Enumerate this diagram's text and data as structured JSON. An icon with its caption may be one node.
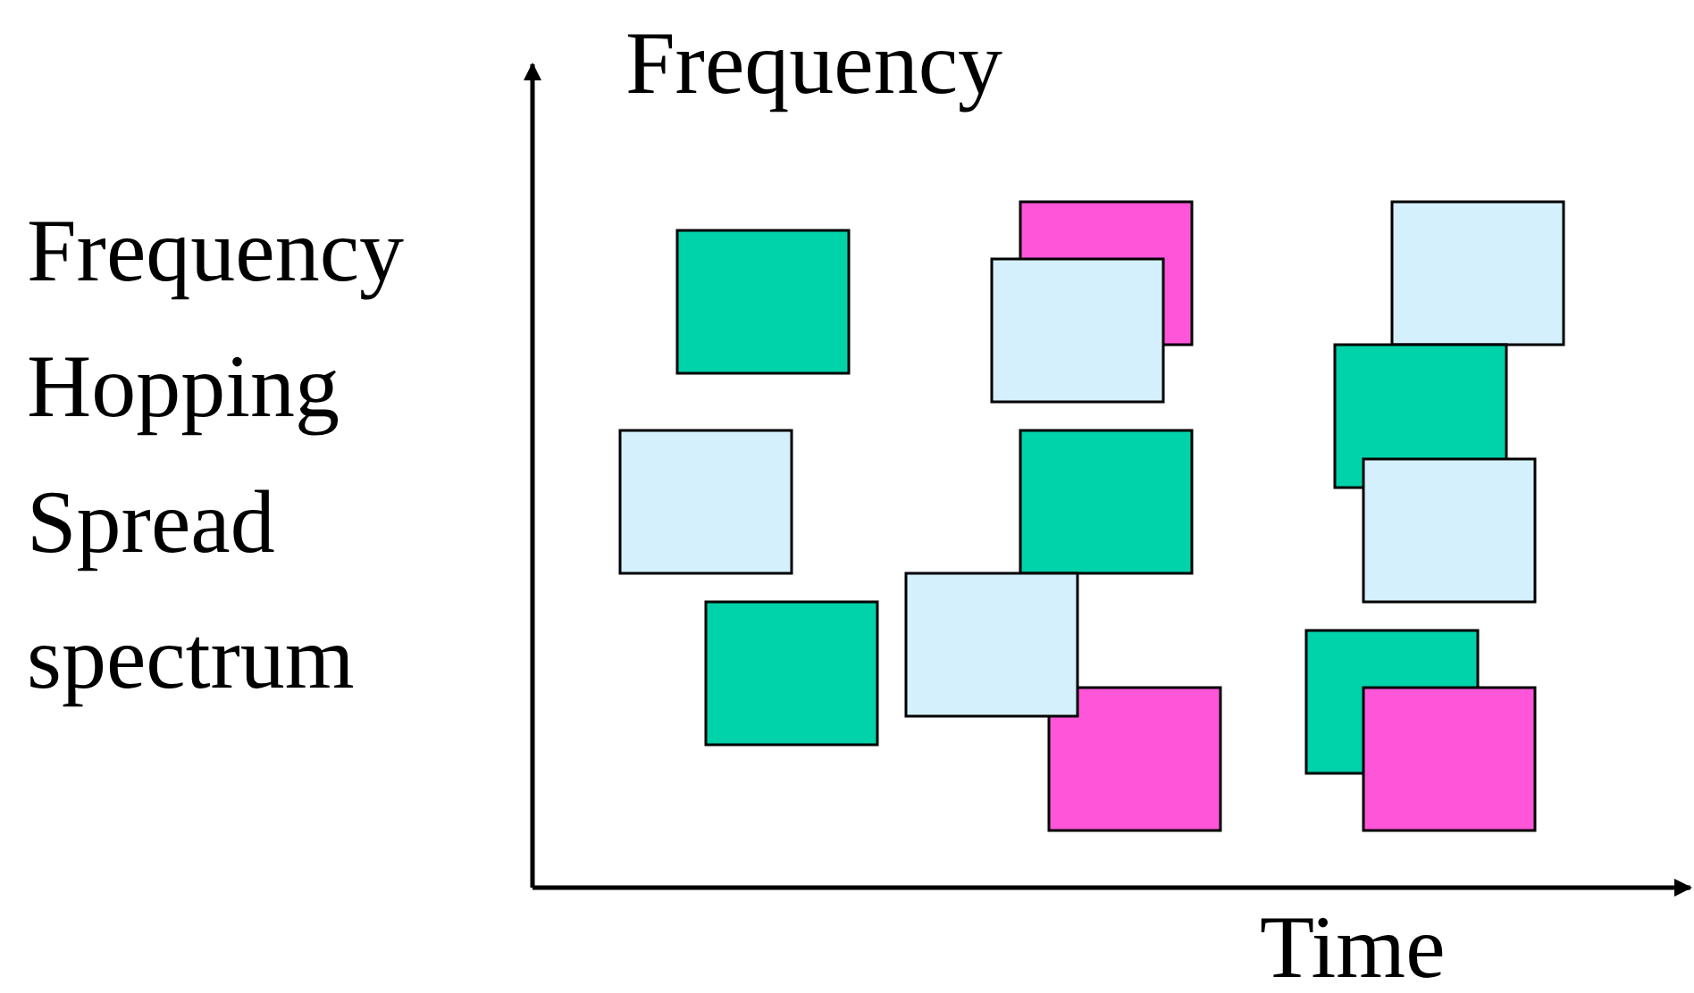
{
  "diagram": {
    "title": "Frequency Hopping Spread spectrum",
    "labels": [
      "Frequency",
      "Time"
    ]
  }
}
